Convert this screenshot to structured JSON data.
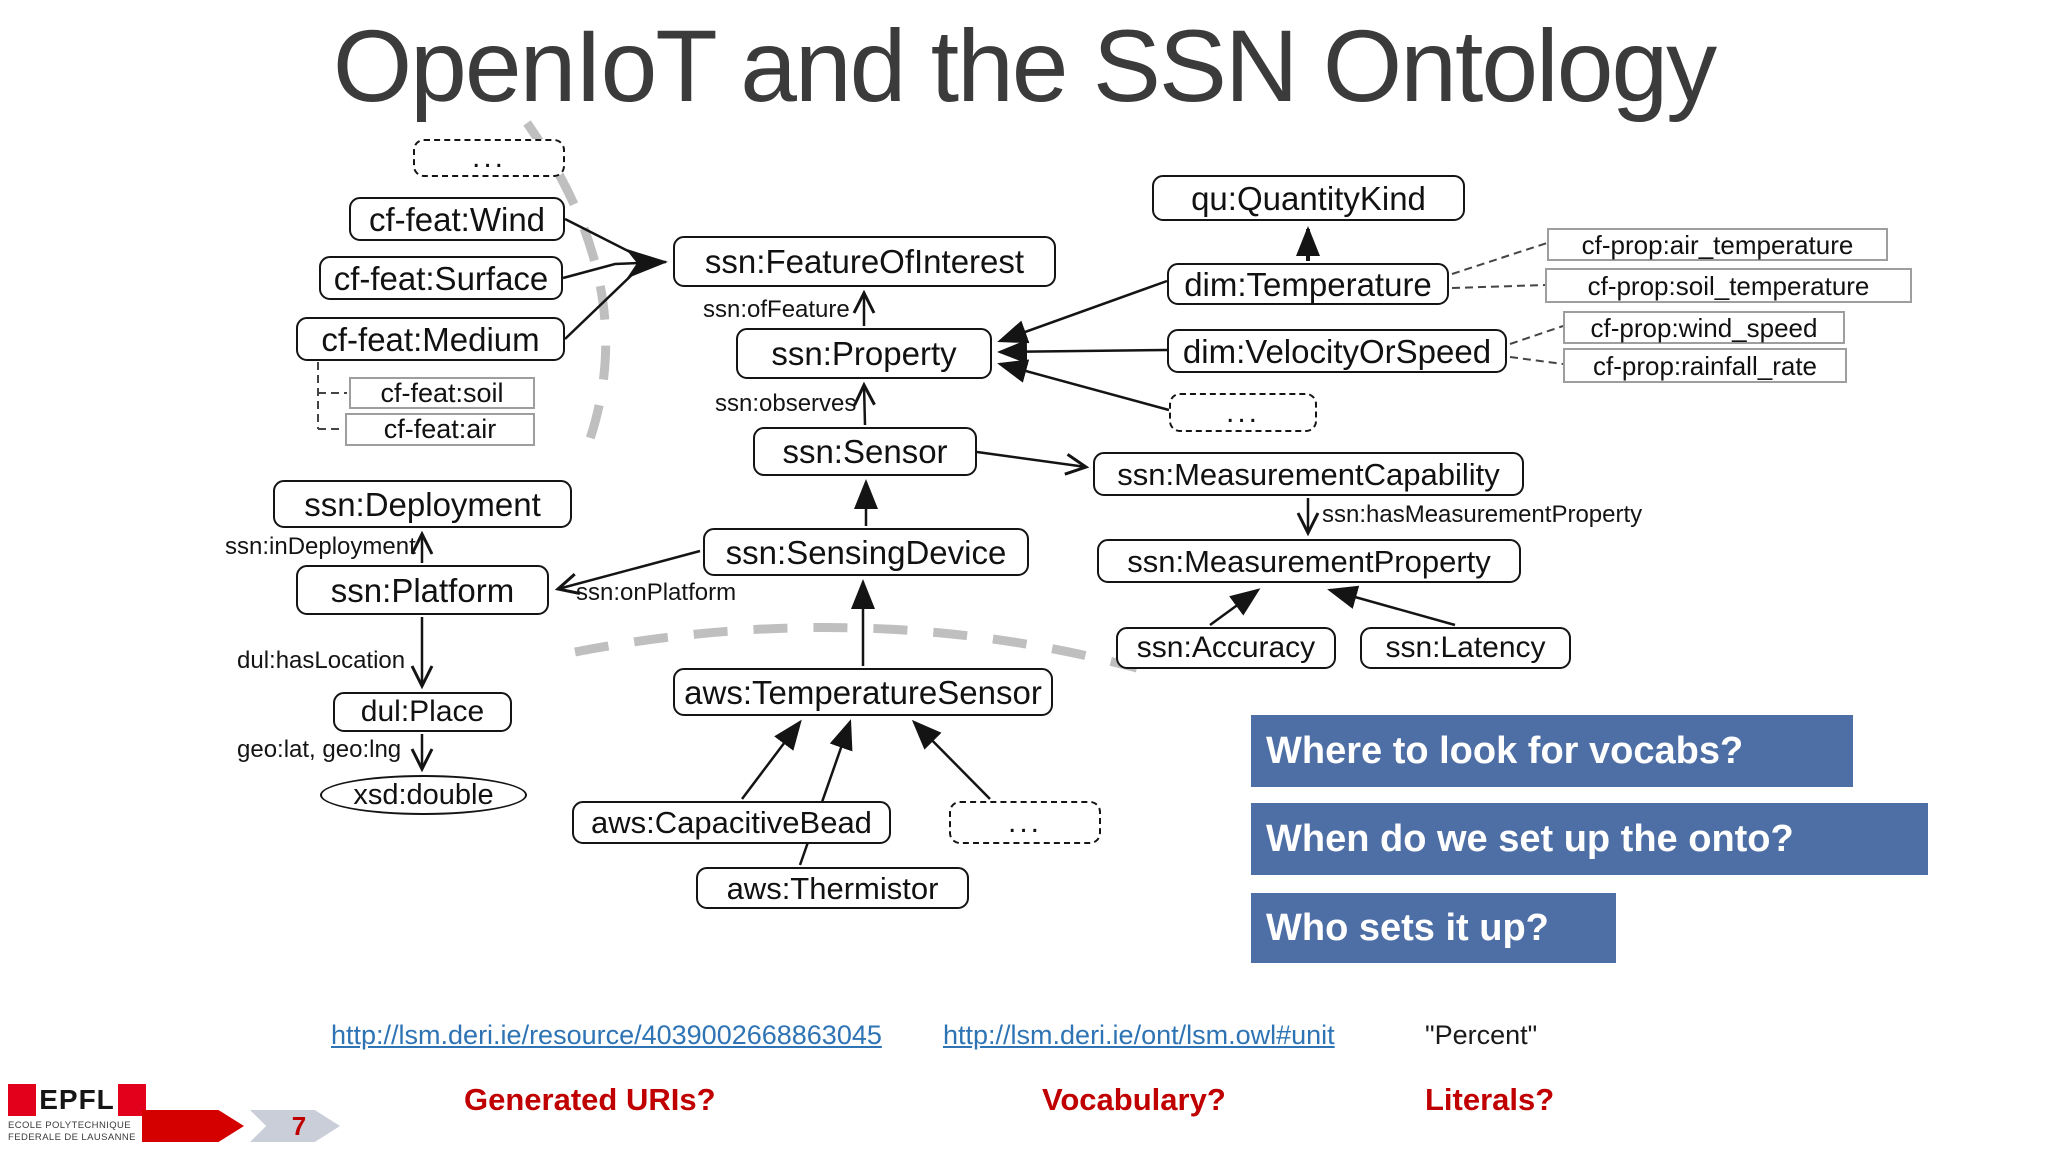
{
  "slide": {
    "title": "OpenIoT and the SSN Ontology",
    "page_number": "7"
  },
  "logo": {
    "name": "EPFL",
    "line1": "ECOLE POLYTECHNIQUE",
    "line2": "FEDERALE DE LAUSANNE"
  },
  "colors": {
    "question_blue": "#4E6FA5",
    "link_blue": "#2E74B5",
    "label_red": "#C00000",
    "logo_red": "#E2001A",
    "arc_gray": "#BFBFBF"
  },
  "nodes": {
    "dots_top": "...",
    "cf_feat_wind": "cf-feat:Wind",
    "cf_feat_surface": "cf-feat:Surface",
    "cf_feat_medium": "cf-feat:Medium",
    "cf_feat_soil": "cf-feat:soil",
    "cf_feat_air": "cf-feat:air",
    "ssn_feature_of_interest": "ssn:FeatureOfInterest",
    "ssn_property": "ssn:Property",
    "ssn_sensor": "ssn:Sensor",
    "qu_quantity_kind": "qu:QuantityKind",
    "dim_temperature": "dim:Temperature",
    "cf_prop_air_temperature": "cf-prop:air_temperature",
    "cf_prop_soil_temperature": "cf-prop:soil_temperature",
    "cf_prop_wind_speed": "cf-prop:wind_speed",
    "cf_prop_rainfall_rate": "cf-prop:rainfall_rate",
    "dim_velocity_or_speed": "dim:VelocityOrSpeed",
    "dots_property": "...",
    "ssn_measurement_capability": "ssn:MeasurementCapability",
    "ssn_measurement_property": "ssn:MeasurementProperty",
    "ssn_accuracy": "ssn:Accuracy",
    "ssn_latency": "ssn:Latency",
    "ssn_deployment": "ssn:Deployment",
    "ssn_platform": "ssn:Platform",
    "ssn_sensing_device": "ssn:SensingDevice",
    "dul_place": "dul:Place",
    "xsd_double": "xsd:double",
    "aws_temperature_sensor": "aws:TemperatureSensor",
    "aws_capacitive_bead": "aws:CapacitiveBead",
    "dots_sensors": "...",
    "aws_thermistor": "aws:Thermistor"
  },
  "edge_labels": {
    "of_feature": "ssn:ofFeature",
    "observes": "ssn:observes",
    "in_deployment": "ssn:inDeployment",
    "on_platform": "ssn:onPlatform",
    "has_location": "dul:hasLocation",
    "geo_lat_lng": "geo:lat, geo:lng",
    "has_measurement_property": "ssn:hasMeasurementProperty"
  },
  "questions": {
    "q1": "Where to look for vocabs?",
    "q2": "When do we set up the onto?",
    "q3": "Who sets it up?"
  },
  "footer": {
    "link1": "http://lsm.deri.ie/resource/4039002668863045",
    "link2": "http://lsm.deri.ie/ont/lsm.owl#unit",
    "literal": "\"Percent\"",
    "label1": "Generated URIs?",
    "label2": "Vocabulary?",
    "label3": "Literals?"
  }
}
